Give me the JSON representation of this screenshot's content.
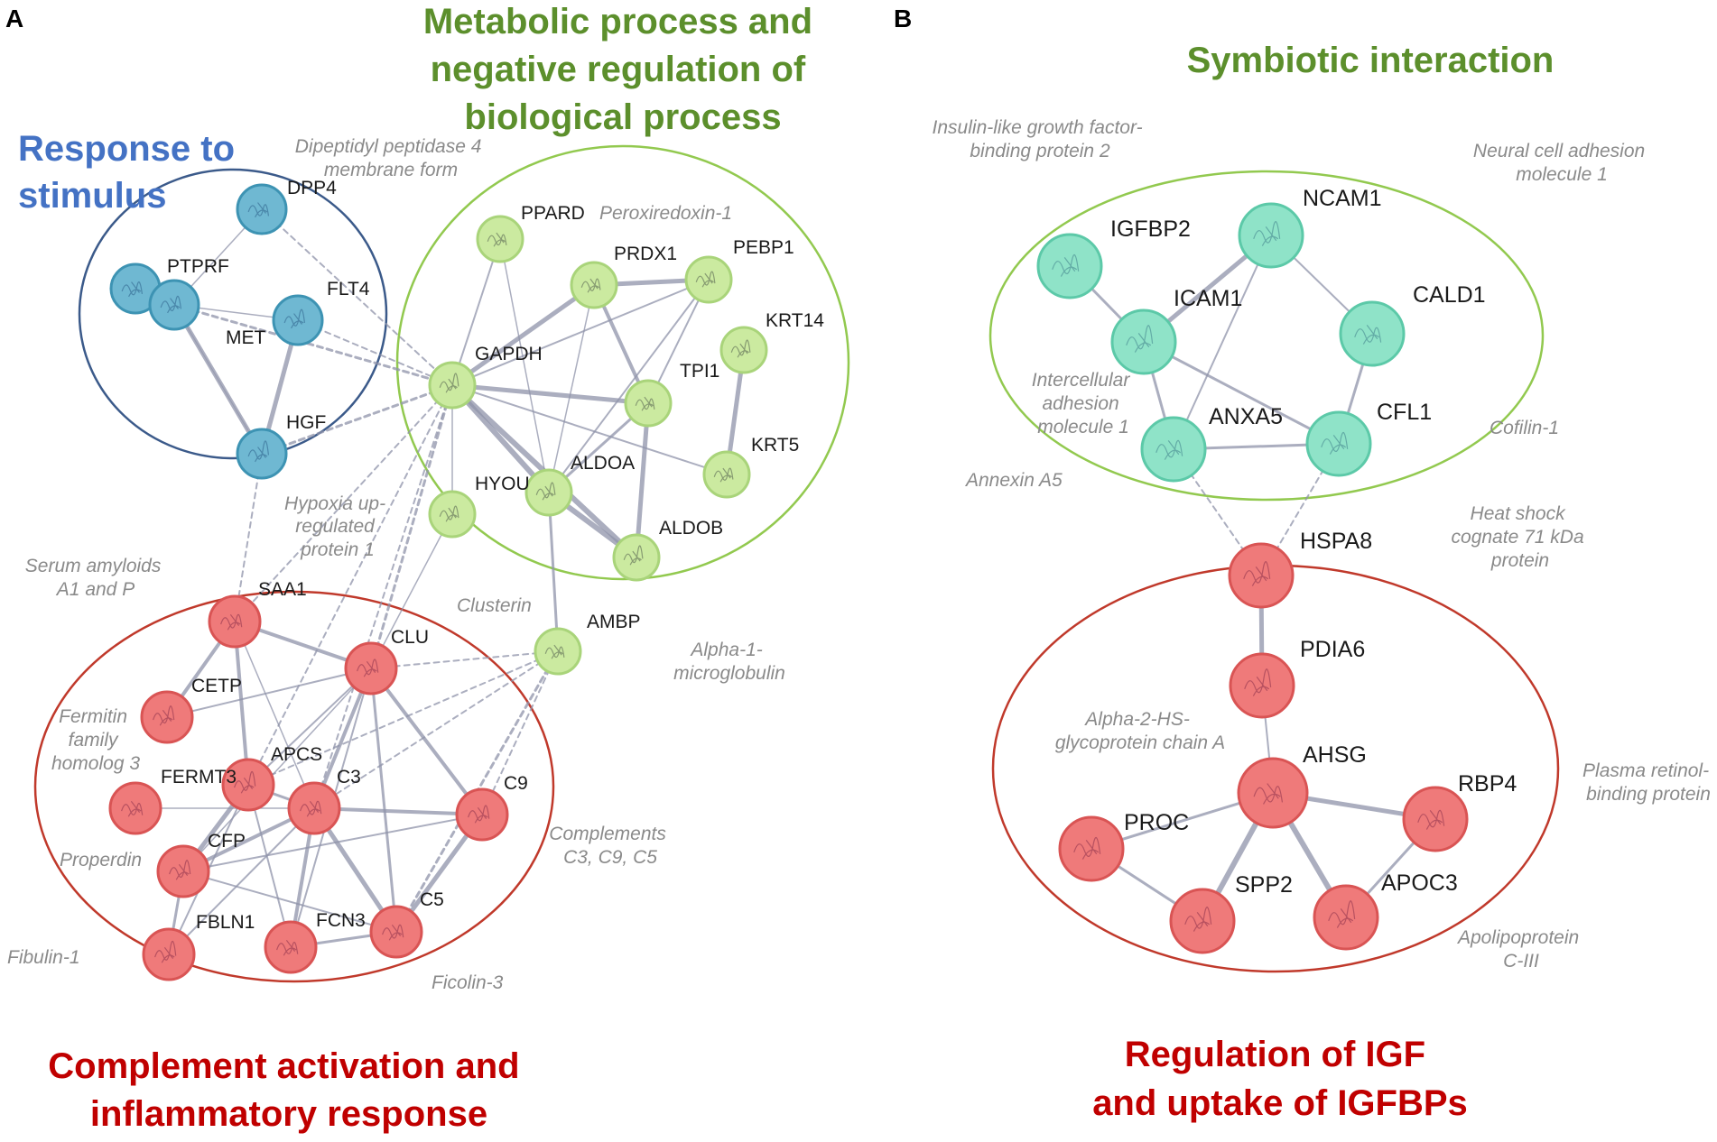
{
  "panels": [
    "A",
    "B"
  ],
  "colors": {
    "blue_group": "#4472c4",
    "green_group": "#5c8f2c",
    "red_group": "#c00000",
    "blue_node": "#6fb8d2",
    "green_node": "#cbeaa0",
    "red_node": "#ef7a7a",
    "teal_node": "#8fe3c8",
    "edge": "#8f93aa"
  },
  "panelA": {
    "titles": {
      "stimulus": [
        "Response to",
        "stimulus"
      ],
      "metabolic": [
        "Metabolic process and",
        "negative regulation of",
        "biological process"
      ],
      "complement": [
        "Complement activation and",
        "inflammatory response"
      ]
    },
    "genes": {
      "DPP4": "DPP4",
      "PTPRF": "PTPRF",
      "FLT4": "FLT4",
      "MET": "MET",
      "HGF": "HGF",
      "PPARD": "PPARD",
      "PRDX1": "PRDX1",
      "PEBP1": "PEBP1",
      "KRT14": "KRT14",
      "GAPDH": "GAPDH",
      "TPI1": "TPI1",
      "KRT5": "KRT5",
      "HYOU": "HYOU",
      "ALDOA": "ALDOA",
      "ALDOB": "ALDOB",
      "AMBP": "AMBP",
      "SAA1": "SAA1",
      "CLU": "CLU",
      "CETP": "CETP",
      "APCS": "APCS",
      "FERMT3": "FERMT3",
      "C3": "C3",
      "C9": "C9",
      "CFP": "CFP",
      "FBLN1": "FBLN1",
      "FCN3": "FCN3",
      "C5": "C5"
    },
    "descriptions": {
      "dpp4": [
        "Dipeptidyl peptidase 4",
        "membrane form"
      ],
      "prdx1": [
        "Peroxiredoxin-1"
      ],
      "hyou": [
        "Hypoxia up-",
        "regulated",
        "protein 1"
      ],
      "saa": [
        "Serum amyloids",
        "A1 and P"
      ],
      "clusterin": [
        "Clusterin"
      ],
      "ambp": [
        "Alpha-1-",
        "microglobulin"
      ],
      "fermitin": [
        "Fermitin",
        "family",
        "homolog 3"
      ],
      "properdin": [
        "Properdin"
      ],
      "complements": [
        "Complements",
        "C3, C9, C5"
      ],
      "fibulin": [
        "Fibulin-1"
      ],
      "ficolin": [
        "Ficolin-3"
      ]
    }
  },
  "panelB": {
    "titles": {
      "symbiotic": [
        "Symbiotic interaction"
      ],
      "igf": [
        "Regulation of IGF",
        "and uptake of IGFBPs"
      ]
    },
    "genes": {
      "IGFBP2": "IGFBP2",
      "NCAM1": "NCAM1",
      "ICAM1": "ICAM1",
      "CALD1": "CALD1",
      "ANXA5": "ANXA5",
      "CFL1": "CFL1",
      "HSPA8": "HSPA8",
      "PDIA6": "PDIA6",
      "AHSG": "AHSG",
      "RBP4": "RBP4",
      "PROC": "PROC",
      "SPP2": "SPP2",
      "APOC3": "APOC3"
    },
    "descriptions": {
      "igfbp2": [
        "Insulin-like growth factor-",
        "binding protein 2"
      ],
      "ncam1": [
        "Neural cell adhesion",
        "molecule 1"
      ],
      "icam1": [
        "Intercellular",
        "adhesion",
        "molecule 1"
      ],
      "cofilin": [
        "Cofilin-1"
      ],
      "annexin": [
        "Annexin A5"
      ],
      "hsc71": [
        "Heat shock",
        "cognate 71 kDa",
        "protein"
      ],
      "ahsg": [
        "Alpha-2-HS-",
        "glycoprotein chain A"
      ],
      "rbp4": [
        "Plasma retinol-",
        "binding protein"
      ],
      "apoc3": [
        "Apolipoprotein",
        "C-III"
      ]
    }
  }
}
